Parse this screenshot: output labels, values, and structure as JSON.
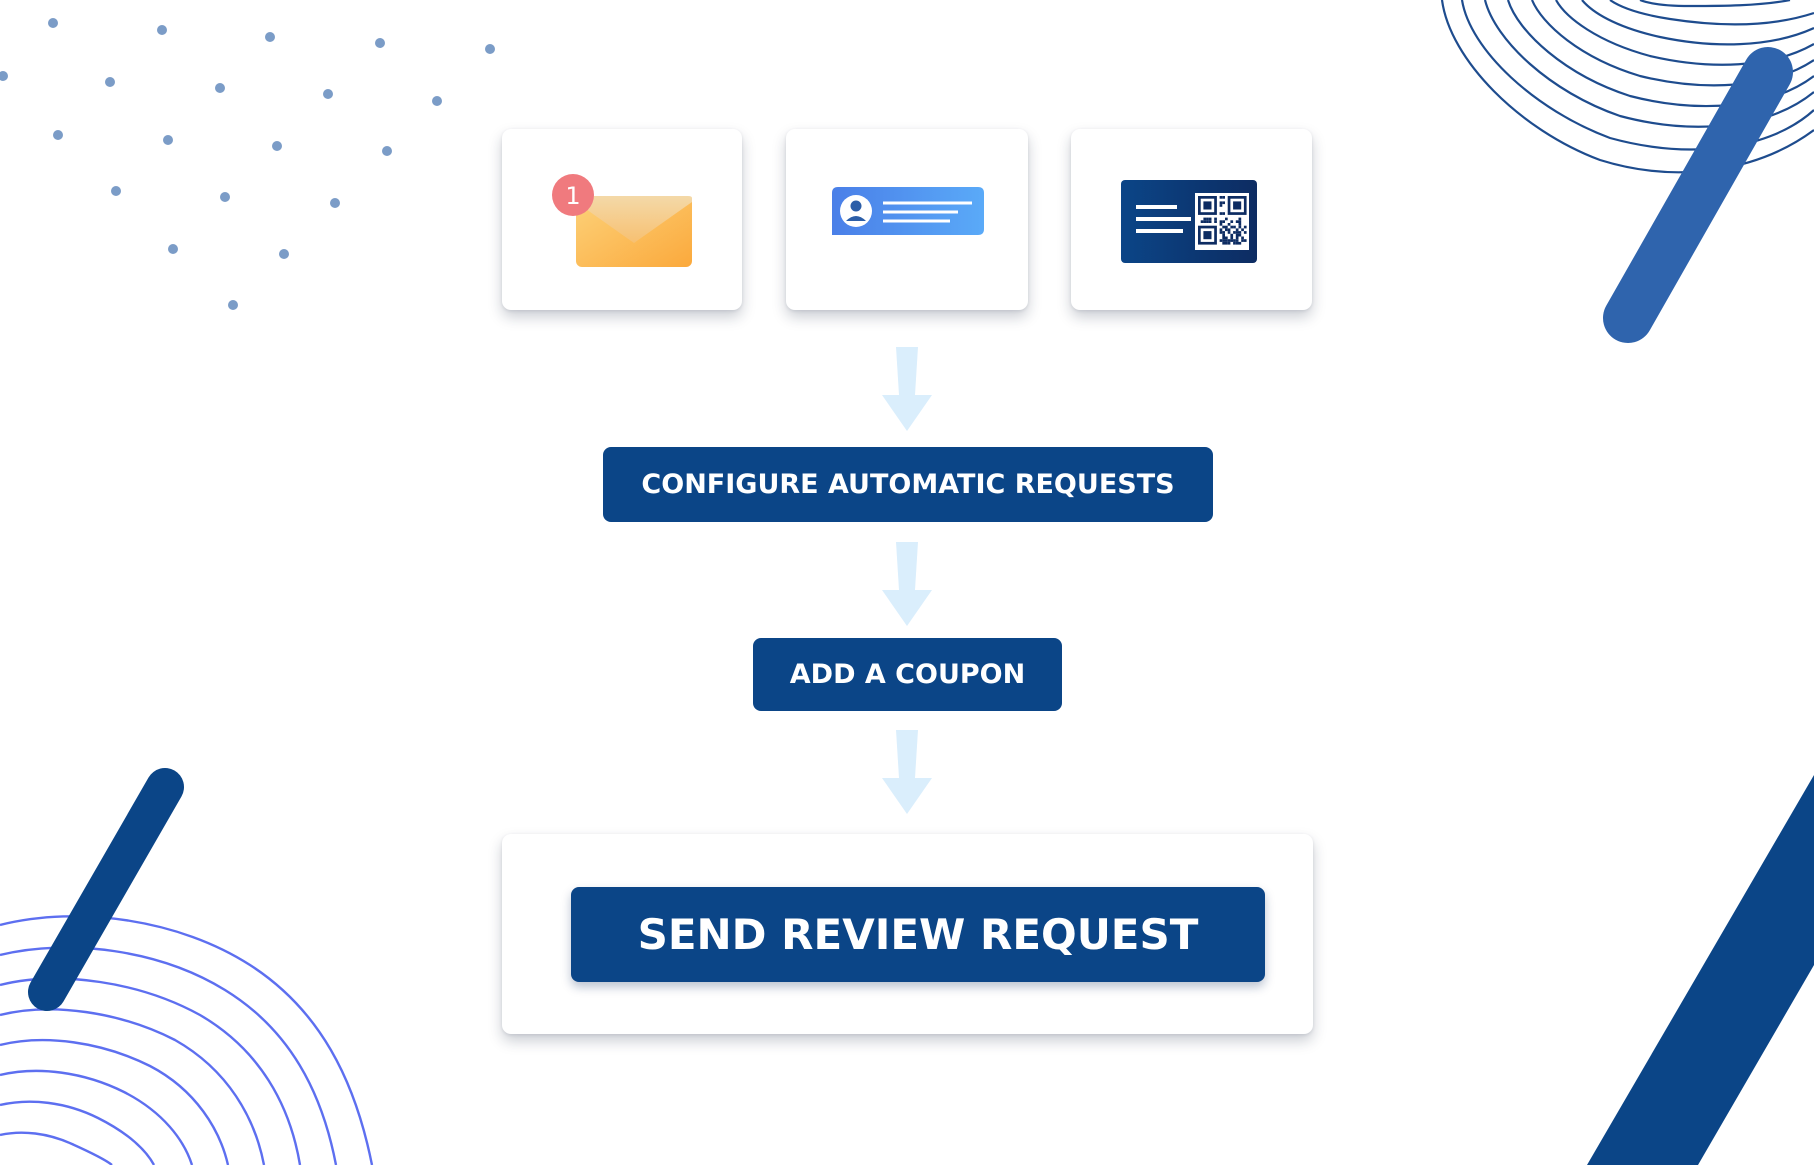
{
  "colors": {
    "brand_navy": "#0b4587",
    "arrow_light_blue": "#daeefc",
    "dot_blue": "#7b9cc7",
    "contour_line_blue": "#5d6ff0",
    "contour_line_navy": "#1e4c8e",
    "envelope_orange": "#fbb54a",
    "notification_red": "#f07a7e",
    "chat_bubble_blue": "#4a8cf5",
    "qr_card_navy": "#0d2f66"
  },
  "channels": [
    {
      "name": "envelope-notification-icon",
      "badge": "1"
    },
    {
      "name": "chat-profile-icon"
    },
    {
      "name": "qr-code-card-icon"
    }
  ],
  "steps": {
    "configure_label": "CONFIGURE AUTOMATIC REQUESTS",
    "coupon_label": "ADD A COUPON"
  },
  "final": {
    "send_label": "SEND REVIEW REQUEST"
  }
}
